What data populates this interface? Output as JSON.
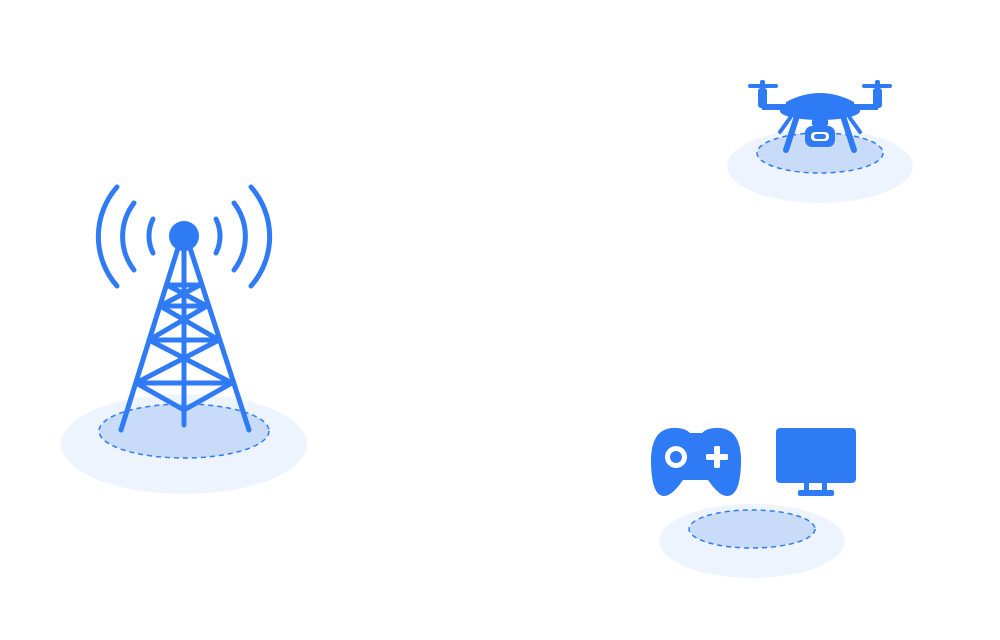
{
  "colors": {
    "icon": "#2f7bf5",
    "halo": "#eef4fe",
    "pad": "#c8dcfa",
    "pad_border": "#2f7bf5",
    "background": "#ffffff"
  },
  "nodes": [
    {
      "id": "tower",
      "icon": "cell-tower-icon"
    },
    {
      "id": "drone",
      "icon": "drone-icon"
    },
    {
      "id": "gamepad",
      "icon": "gamepad-icon"
    },
    {
      "id": "monitor",
      "icon": "monitor-icon"
    }
  ]
}
